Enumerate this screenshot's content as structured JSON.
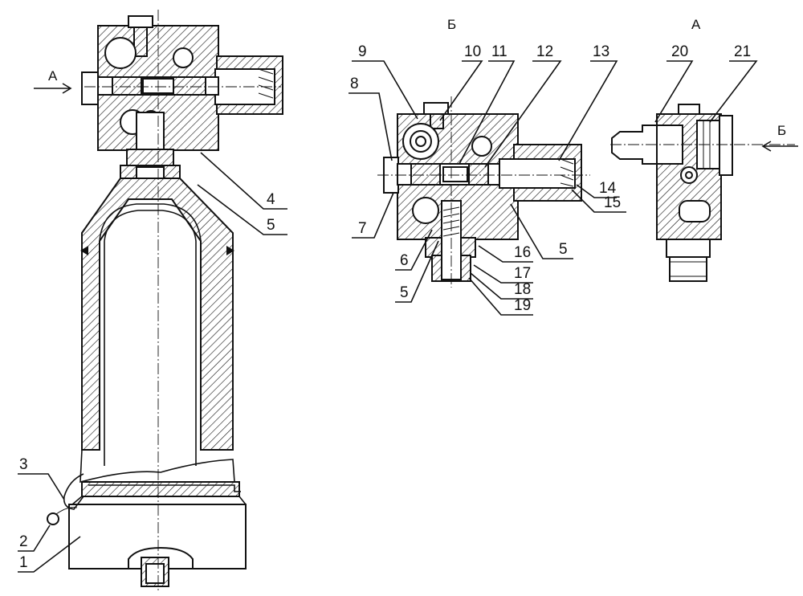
{
  "views": {
    "main": {
      "arrow_label": "А"
    },
    "section_b": {
      "title": "Б"
    },
    "view_a": {
      "title": "А",
      "arrow_label": "Б"
    }
  },
  "callouts": [
    {
      "id": "c1",
      "text": "1"
    },
    {
      "id": "c2",
      "text": "2"
    },
    {
      "id": "c3",
      "text": "3"
    },
    {
      "id": "c4",
      "text": "4"
    },
    {
      "id": "c5a",
      "text": "5"
    },
    {
      "id": "c5b",
      "text": "5"
    },
    {
      "id": "c6",
      "text": "6"
    },
    {
      "id": "c7",
      "text": "7"
    },
    {
      "id": "c8",
      "text": "8"
    },
    {
      "id": "c9",
      "text": "9"
    },
    {
      "id": "c10",
      "text": "10"
    },
    {
      "id": "c11",
      "text": "11"
    },
    {
      "id": "c12",
      "text": "12"
    },
    {
      "id": "c13",
      "text": "13"
    },
    {
      "id": "c14",
      "text": "14"
    },
    {
      "id": "c15",
      "text": "15"
    },
    {
      "id": "c16",
      "text": "16"
    },
    {
      "id": "c17",
      "text": "17"
    },
    {
      "id": "c18",
      "text": "18"
    },
    {
      "id": "c19",
      "text": "19"
    },
    {
      "id": "c20",
      "text": "20"
    },
    {
      "id": "c21",
      "text": "21"
    },
    {
      "id": "c22",
      "text": "22"
    }
  ],
  "colors": {
    "ink": "#111111",
    "paper": "#ffffff"
  }
}
